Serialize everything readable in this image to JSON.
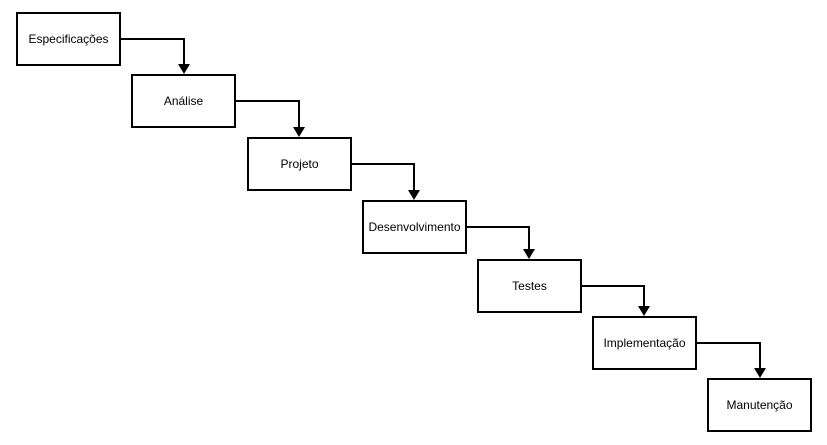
{
  "diagram": {
    "type": "waterfall",
    "line_color": "#000000",
    "box_fill": "#ffffff",
    "steps": [
      {
        "label": "Especificações"
      },
      {
        "label": "Análise"
      },
      {
        "label": "Projeto"
      },
      {
        "label": "Desenvolvimento"
      },
      {
        "label": "Testes"
      },
      {
        "label": "Implementação"
      },
      {
        "label": "Manutenção"
      }
    ],
    "connections": [
      {
        "from": "Especificações",
        "to": "Análise"
      },
      {
        "from": "Análise",
        "to": "Projeto"
      },
      {
        "from": "Projeto",
        "to": "Desenvolvimento"
      },
      {
        "from": "Desenvolvimento",
        "to": "Testes"
      },
      {
        "from": "Testes",
        "to": "Implementação"
      },
      {
        "from": "Implementação",
        "to": "Manutenção"
      }
    ]
  }
}
